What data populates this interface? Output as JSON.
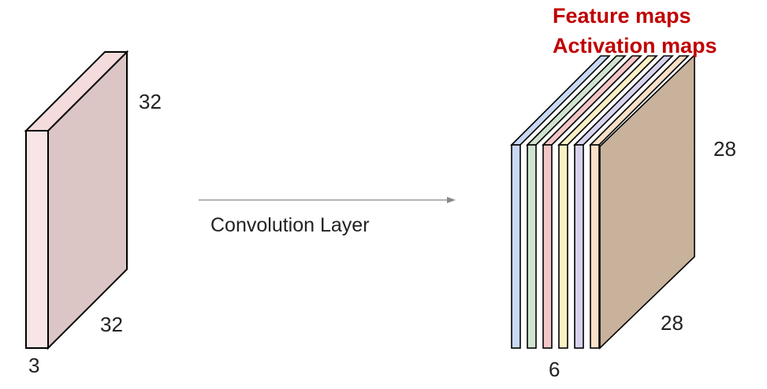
{
  "input_volume": {
    "height_label": "32",
    "width_label": "32",
    "depth_label": "3",
    "front_color": "#f9e5e5",
    "side_color": "#dcc5c5",
    "top_color": "#f4dcdc"
  },
  "operation": {
    "label": "Convolution Layer",
    "arrow_color": "#888888"
  },
  "output_volume": {
    "title_line1": "Feature maps",
    "title_line2": "Activation maps",
    "title_color": "#c00000",
    "height_label": "28",
    "width_label": "28",
    "depth_label": "6",
    "slice_colors": [
      "#c9d9f3",
      "#cfe3cf",
      "#f2c6c6",
      "#fbefc3",
      "#d7d2ee",
      "#fbe0c8"
    ],
    "back_face_color": "#c9b29c"
  }
}
